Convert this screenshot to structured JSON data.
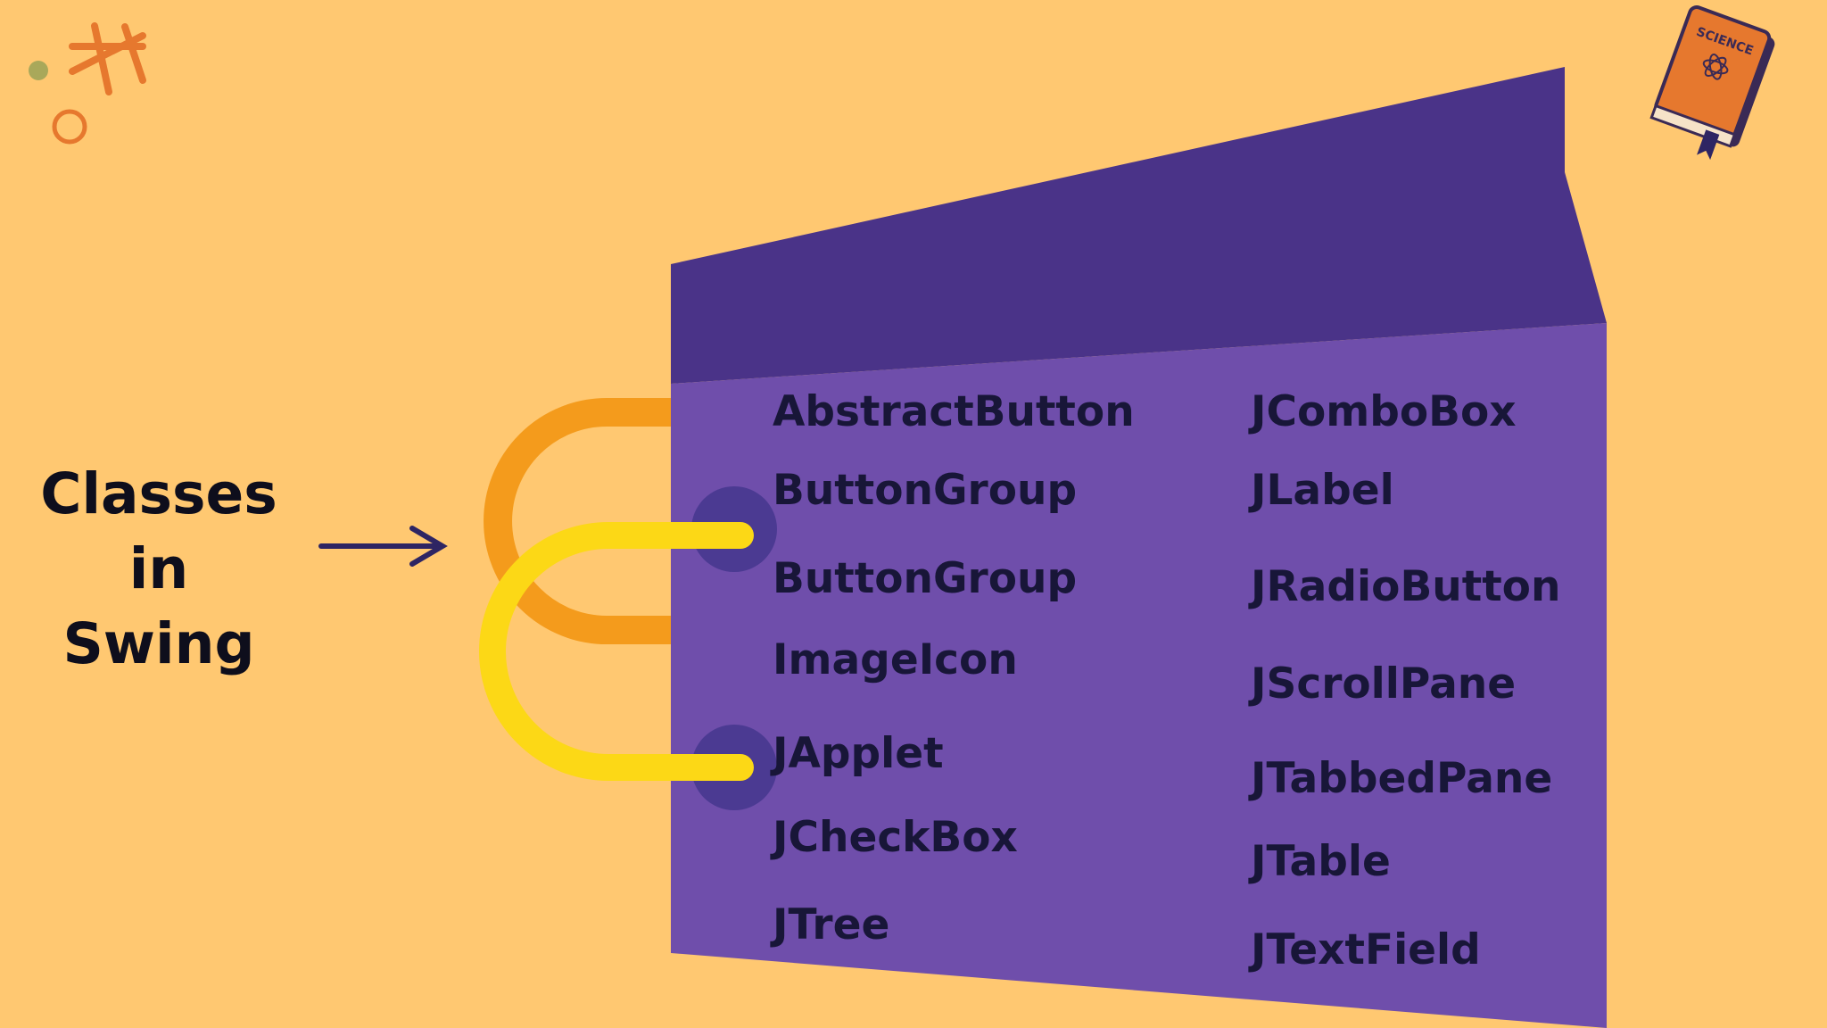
{
  "heading": {
    "line1": "Classes in",
    "line2": "Swing"
  },
  "classes": {
    "left": [
      "AbstractButton",
      "ButtonGroup",
      "ButtonGroup",
      "ImageIcon",
      "JApplet",
      "JCheckBox",
      "JTree"
    ],
    "right": [
      "JComboBox",
      "JLabel",
      "JRadioButton",
      "JScrollPane",
      "JTabbedPane",
      "JTable",
      "JTextField"
    ]
  },
  "book_badge": {
    "label": "SCIENCE"
  },
  "colors": {
    "background": "#ffc871",
    "bag_body": "#6f4eab",
    "bag_flap": "#4a3388",
    "handle_back": "#f49b1c",
    "handle_front": "#fcd816",
    "text": "#181638",
    "arrow": "#2e2563",
    "book": "#e6782e"
  }
}
